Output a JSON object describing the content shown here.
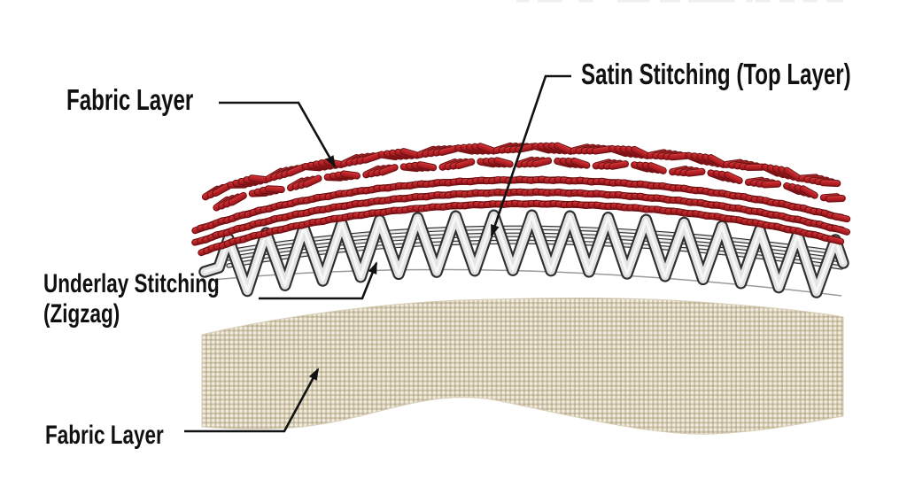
{
  "figure": {
    "type": "diagram",
    "subject": "Satin stitch embroidery layer structure",
    "labels": {
      "fabric_top": "Fabric Layer",
      "satin": "Satin Stitching (Top Layer)",
      "underlay_line1": "Underlay Stitching",
      "underlay_line2": "(Zigzag)",
      "fabric_bottom": "Fabric Layer"
    },
    "colors": {
      "background": "#ffffff",
      "label_text": "#101010",
      "leader": "#121212",
      "thread_red_light": "#d85048",
      "thread_red": "#c5262b",
      "thread_red_mid_dark": "#a51b20",
      "thread_red_dark": "#7e1316",
      "thread_red_outline": "#6f1013",
      "zigzag_fill": "#e3e3e3",
      "zigzag_highlight": "#f7f7f7",
      "zigzag_outline": "#2f2f2f",
      "thread_gray_fill": "#d9d9d9",
      "under_curve_gray": "#9a9a9a",
      "fabric_base": "#f2ede0",
      "fabric_grid": "#cfc5aa",
      "fabric_grid_dark": "#b7ac90",
      "fabric_edge": "#d8cfb8",
      "artifact_gray": "#edeff1"
    },
    "top_edge_artifact": {
      "height": 2.5,
      "segments": [
        [
          583,
          14
        ],
        [
          607,
          28
        ],
        [
          653,
          17
        ],
        [
          697,
          36
        ],
        [
          745,
          23
        ],
        [
          777,
          53
        ],
        [
          842,
          8
        ],
        [
          853,
          17
        ],
        [
          880,
          17
        ],
        [
          907,
          16
        ],
        [
          933,
          19
        ]
      ]
    }
  }
}
